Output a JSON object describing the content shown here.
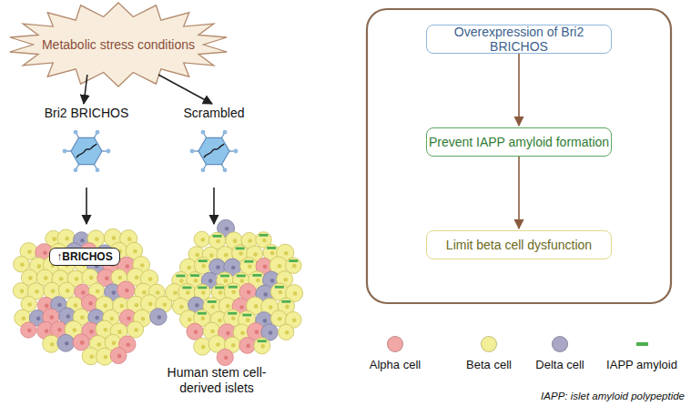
{
  "diagram": {
    "nodes": [
      {
        "text": [
          "Metabolic stress conditions"
        ]
      },
      {
        "text": [
          "Bri2 BRICHOS"
        ]
      },
      {
        "text": [
          "Scrambled"
        ]
      },
      {
        "text": [
          "↑BRICHOS"
        ]
      },
      {
        "text": [
          "Overexpression of Bri2 BRICHOS"
        ]
      },
      {
        "text": [
          "Prevent IAPP amyloid formation"
        ]
      },
      {
        "text": [
          "Limit beta cell dysfunction"
        ]
      }
    ],
    "edges": [
      {
        "from": 0,
        "to": 1,
        "arrow": "to"
      },
      {
        "from": 0,
        "to": 2,
        "arrow": "to"
      },
      {
        "from": 4,
        "to": 5,
        "arrow": "to"
      },
      {
        "from": 5,
        "to": 6,
        "arrow": "to"
      }
    ],
    "labels": [
      "Human stem cell-derived islets",
      "IAPP: islet amyloid polypeptide"
    ],
    "legend": [
      {
        "text": "Alpha cell",
        "color": "#f2a7a7"
      },
      {
        "text": "Beta cell",
        "color": "#f3ee98"
      },
      {
        "text": "Delta cell",
        "color": "#a8a8c6"
      },
      {
        "text": "IAPP amyloid",
        "color": "#4caf50"
      }
    ]
  }
}
